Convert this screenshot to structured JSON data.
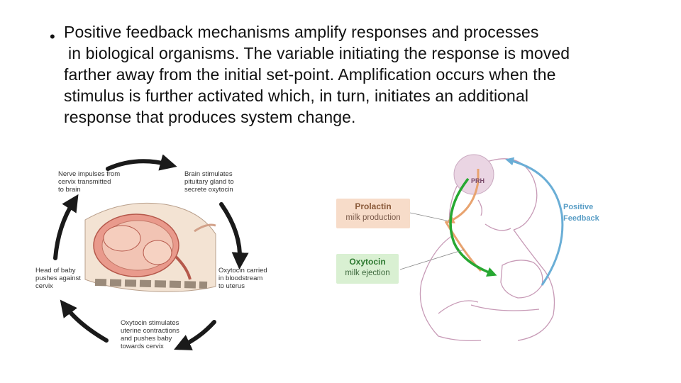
{
  "text": {
    "lines": [
      "Positive feedback mechanisms amplify responses and processes",
      "in biological organisms. The variable initiating the response is moved",
      "farther away from the initial set-point. Amplification occurs when the",
      "stimulus is further activated which, in turn, initiates an additional",
      "response that produces system change."
    ]
  },
  "left_figure": {
    "labels": {
      "nerve": [
        "Nerve impulses from",
        "cervix transmitted",
        "to brain"
      ],
      "brain": [
        "Brain stimulates",
        "pituitary gland to",
        "secrete oxytocin"
      ],
      "carried": [
        "Oxytocin carried",
        "in bloodstream",
        "to uterus"
      ],
      "contractions": [
        "Oxytocin stimulates",
        "uterine contractions",
        "and pushes baby",
        "towards cervix"
      ],
      "head": [
        "Head of baby",
        "pushes against",
        "cervix"
      ]
    }
  },
  "right_figure": {
    "prh": "PRH",
    "prolactin": {
      "title": "Prolactin",
      "sub": "milk production"
    },
    "oxytocin": {
      "title": "Oxytocin",
      "sub": "milk ejection"
    },
    "positive_feedback": [
      "Positive",
      "Feedback"
    ]
  },
  "colors": {
    "arrow_dark": "#1a1a1a",
    "prolactin_box": "#f7dcc9",
    "oxytocin_box": "#d9f0d2",
    "green_arrow": "#27a832",
    "orange_arrow": "#e8a36f",
    "blue_arrow": "#6aaed6",
    "outline_pink": "#c79ab6"
  }
}
